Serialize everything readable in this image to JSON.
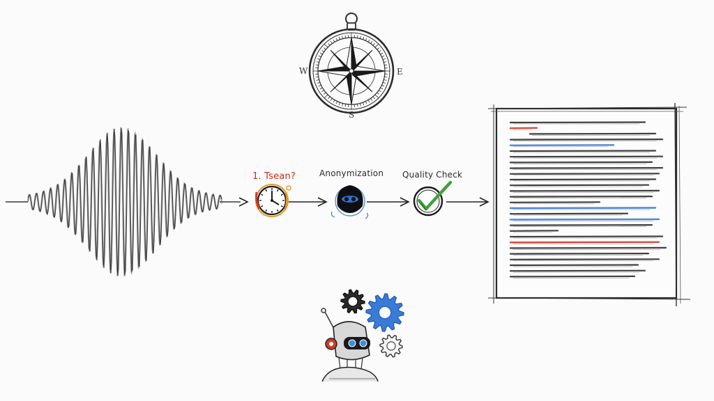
{
  "compass": {
    "north": "",
    "west": "W",
    "east": "E",
    "south": "S",
    "icon": "compass-icon"
  },
  "steps": [
    {
      "label": "1. Tsean?",
      "icon": "clock-icon",
      "label_color": "#cc2a1c"
    },
    {
      "label": "Anonymization",
      "icon": "masked-face-icon",
      "label_color": "#2a2a2a"
    },
    {
      "label": "Quality Check",
      "icon": "checkmark-icon",
      "label_color": "#2a2a2a"
    }
  ],
  "input_icon": "audio-waveform-icon",
  "output_icon": "transcript-document-icon",
  "bottom_icon": "robot-with-gears-icon",
  "colors": {
    "ink": "#2b2b2b",
    "check_green": "#3fa13a",
    "accent_red": "#d43a26",
    "accent_blue": "#3a7bd5",
    "clock_orange": "#e39a2a"
  }
}
